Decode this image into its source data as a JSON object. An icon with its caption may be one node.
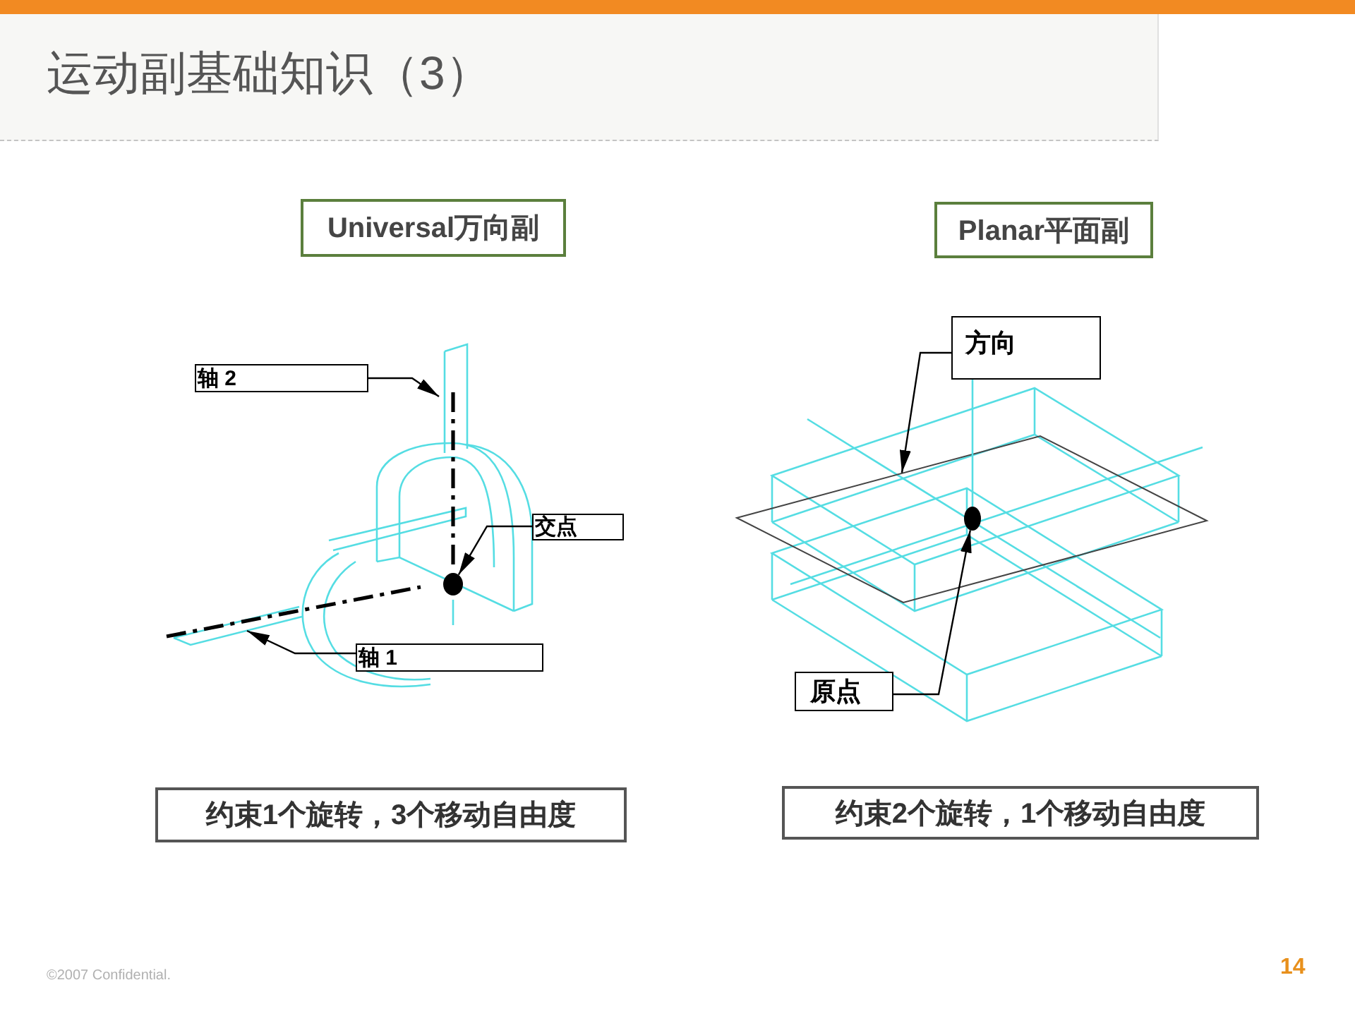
{
  "diagram": {
    "title": "运动副基础知识（3）",
    "nodes": [
      {
        "text": [
          "Universal万向副"
        ]
      },
      {
        "text": [
          "Planar平面副"
        ]
      },
      {
        "text": [
          "轴 2"
        ]
      },
      {
        "text": [
          "交点"
        ]
      },
      {
        "text": [
          "轴 1"
        ]
      },
      {
        "text": [
          "约束1个旋转，3个移动自由度"
        ]
      },
      {
        "text": [
          "方向"
        ]
      },
      {
        "text": [
          "原点"
        ]
      },
      {
        "text": [
          "约束2个旋转，1个移动自由度"
        ]
      },
      {
        "text": [],
        "shape": "circle"
      },
      {
        "text": [],
        "shape": "circle"
      }
    ],
    "edges": [
      {
        "from": 2,
        "to": null,
        "arrow": "to"
      },
      {
        "from": 3,
        "to": 9,
        "arrow": "to"
      },
      {
        "from": 4,
        "to": null,
        "arrow": "to"
      },
      {
        "from": 6,
        "to": null,
        "arrow": "to"
      },
      {
        "from": 7,
        "to": 10,
        "arrow": "to"
      },
      {
        "from": 6,
        "to": 10,
        "arrow": "none",
        "color": "#55dde3"
      }
    ],
    "labels": [
      "©2007 Confidential.",
      "14"
    ]
  }
}
